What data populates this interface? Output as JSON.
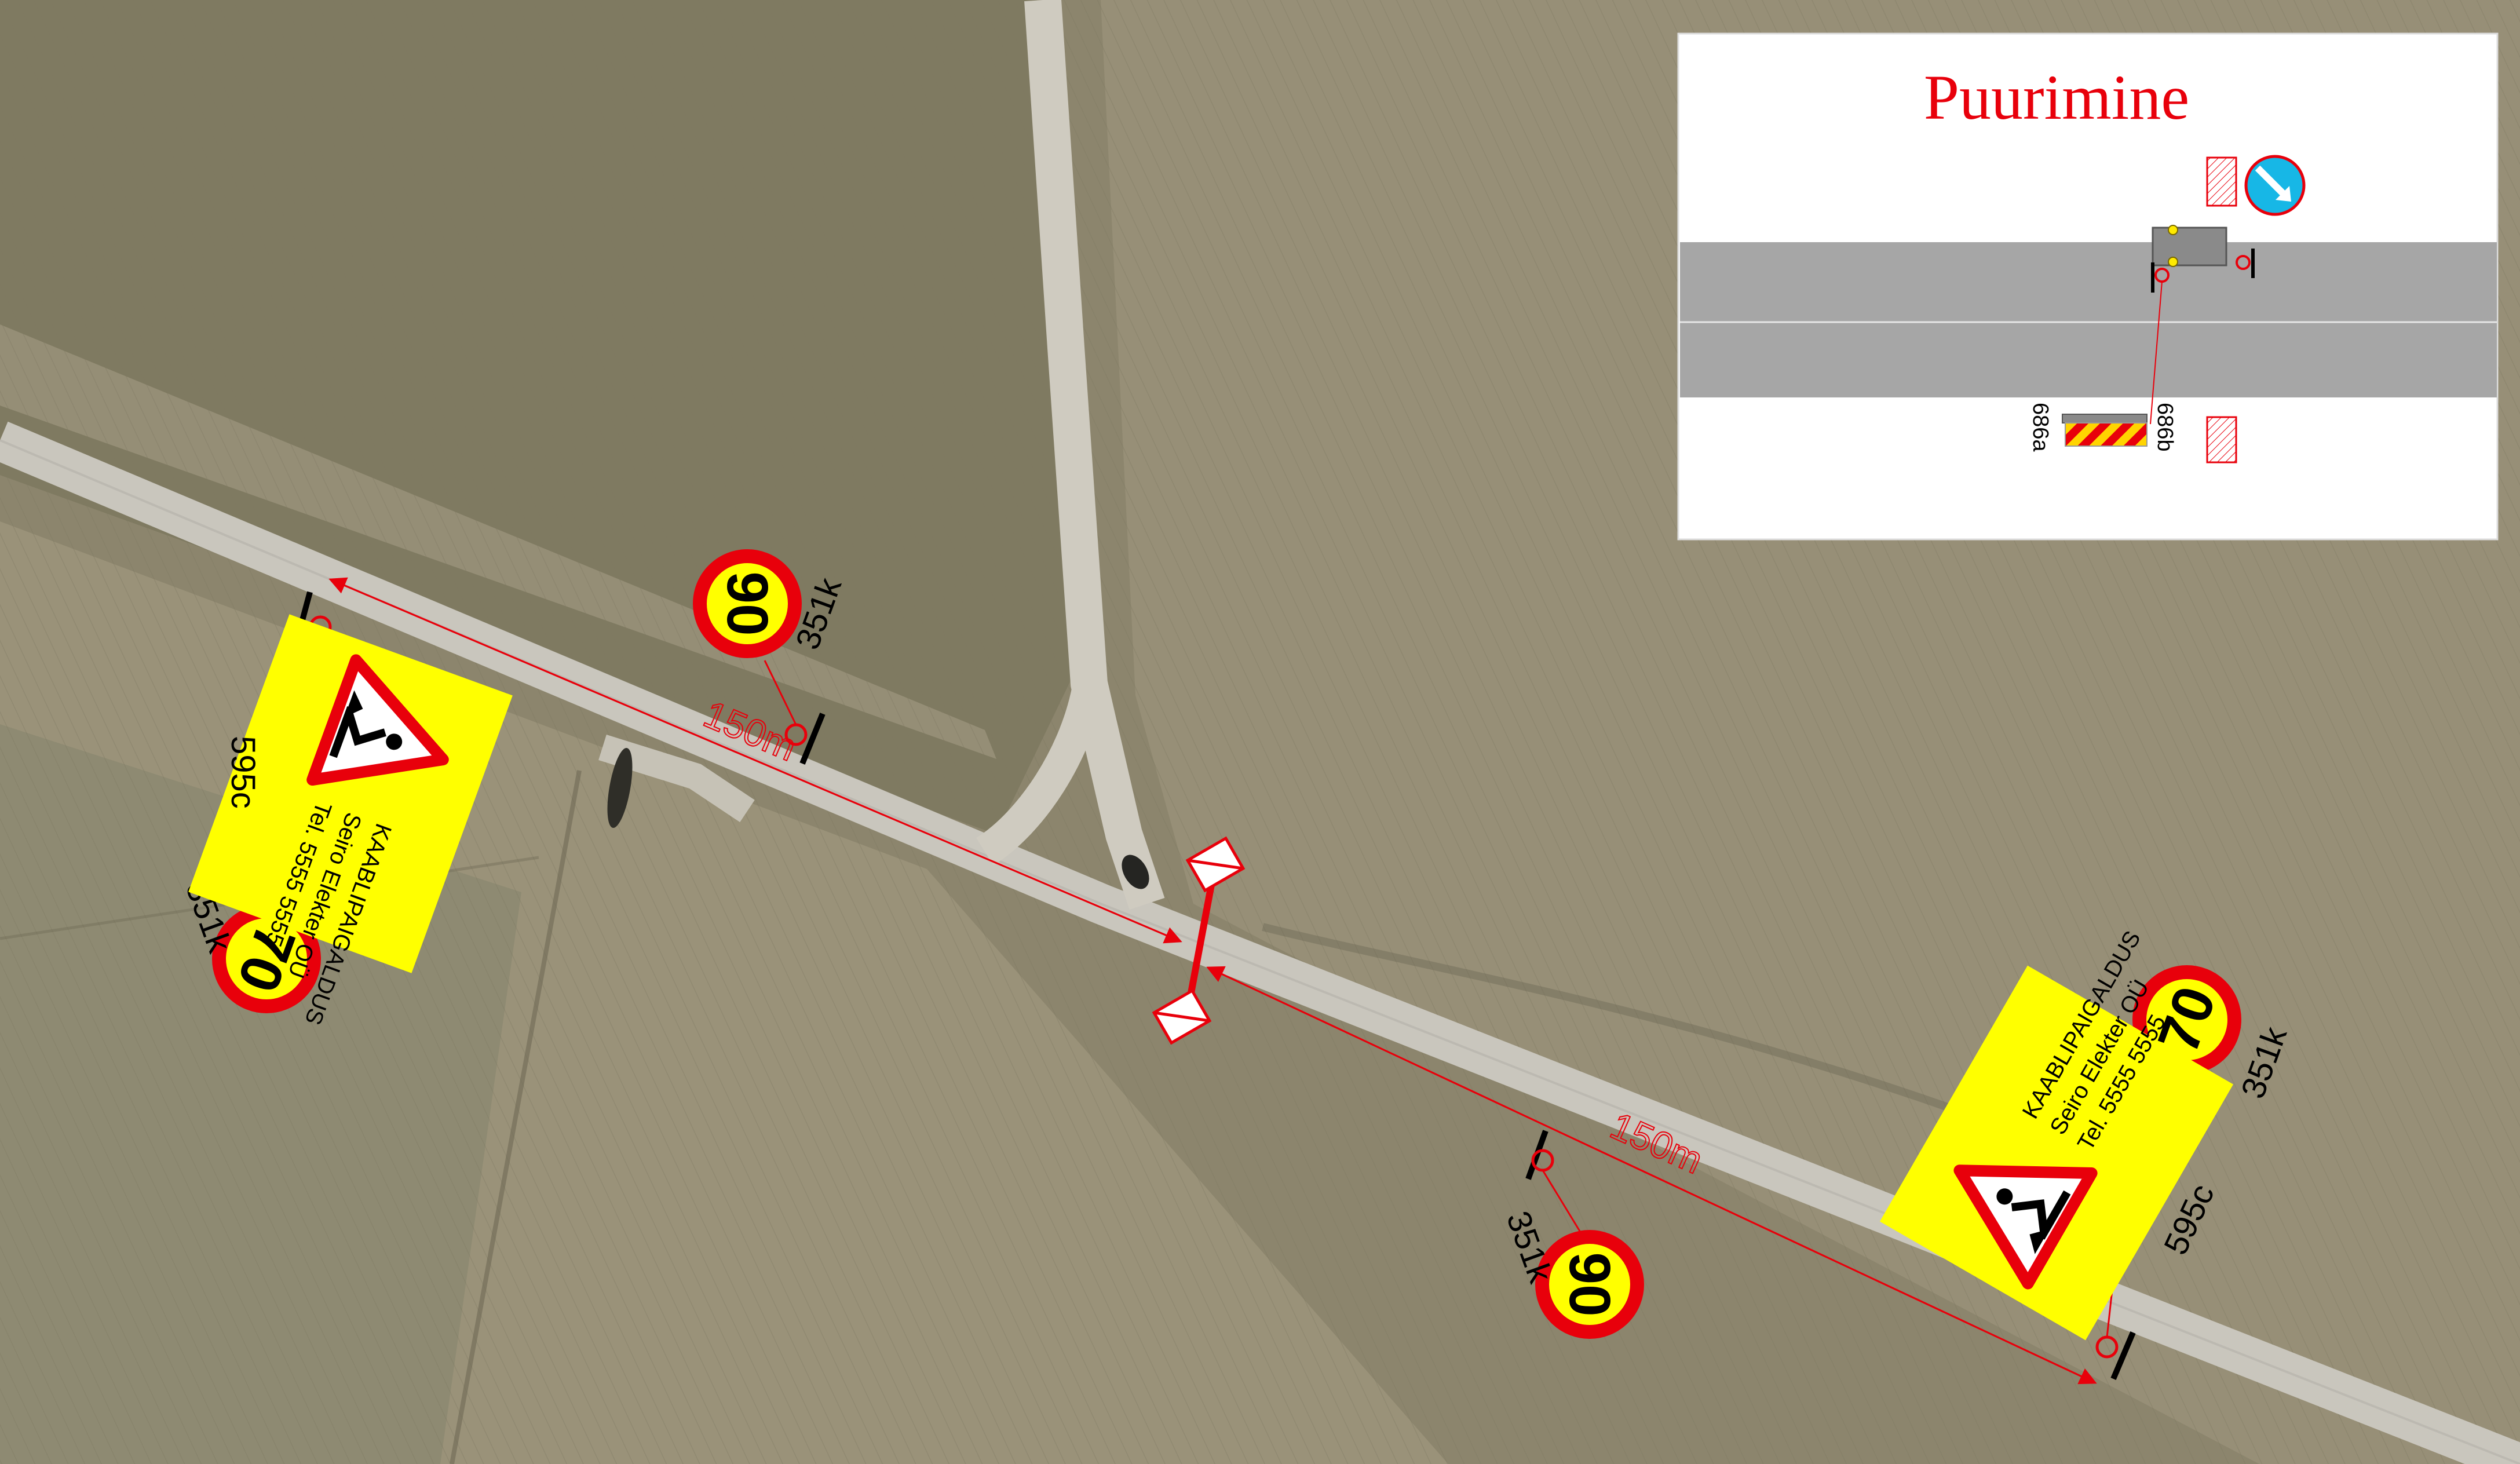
{
  "inset": {
    "title": "Puurimine",
    "sign_left_label": "686a",
    "sign_right_label": "686b",
    "keep_right_icon": "keep-right-arrow-icon"
  },
  "distance_left": "150m",
  "distance_right": "150m",
  "signs": {
    "speed90_upper": {
      "value": "90",
      "code": "351k"
    },
    "speed90_lower": {
      "value": "90",
      "code": "351k"
    },
    "speed70_left": {
      "value": "70",
      "code": "351k"
    },
    "speed70_right": {
      "value": "70",
      "code": "351k"
    },
    "info_left": {
      "line1": "KAABLIPAIGALDUS",
      "line2": "Seiro Elekter OÜ",
      "line3": "Tel. 5555 5555",
      "code": "595c",
      "icon": "road-works-icon"
    },
    "info_right": {
      "line1": "KAABLIPAIGALDUS",
      "line2": "Seiro Elekter OÜ",
      "line3": "Tel. 5555 5555",
      "code": "595c",
      "icon": "road-works-icon"
    }
  },
  "colors": {
    "speed_ring": "#e8000b",
    "sign_yellow": "#ffff00",
    "annotation_red": "#e8000b",
    "keep_right_blue": "#17b7e6"
  }
}
